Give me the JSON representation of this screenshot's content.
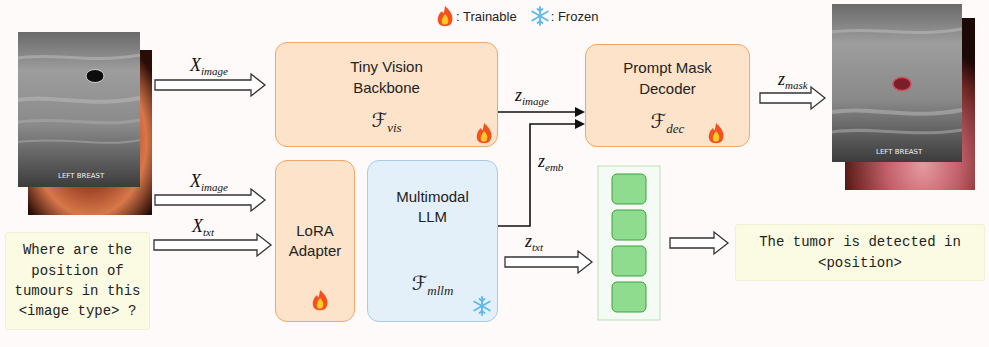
{
  "diagram": {
    "nodes": [
      {
        "text": [
          "Tiny Vision Backbone",
          "ℱ",
          "vis"
        ]
      },
      {
        "text": [
          "Prompt Mask Decoder",
          "ℱ",
          "dec"
        ]
      },
      {
        "text": [
          "Where are the position of tumours in this <image type> ?"
        ]
      },
      {
        "text": [
          "LoRA Adapter"
        ]
      },
      {
        "text": [
          "Multimodal LLM",
          "ℱ",
          "mllm"
        ]
      },
      {
        "text": [
          "The tumor is detected in <position>"
        ]
      }
    ],
    "edges": [
      {
        "from": 0,
        "to": 1,
        "arrow": "to"
      },
      {
        "from": 4,
        "to": 1,
        "arrow": "to"
      },
      {
        "from": 2,
        "to": 3,
        "arrow": "to"
      }
    ],
    "labels": [
      "X",
      "image",
      "X",
      "image",
      "X",
      "txt",
      "z",
      "image",
      "z",
      "emb",
      "z",
      "mask",
      "z",
      "txt",
      "LEFT BREAST",
      "LEFT BREAST"
    ],
    "legend": [
      {
        "text": ": Trainable"
      },
      {
        "text": ": Frozen"
      }
    ]
  }
}
